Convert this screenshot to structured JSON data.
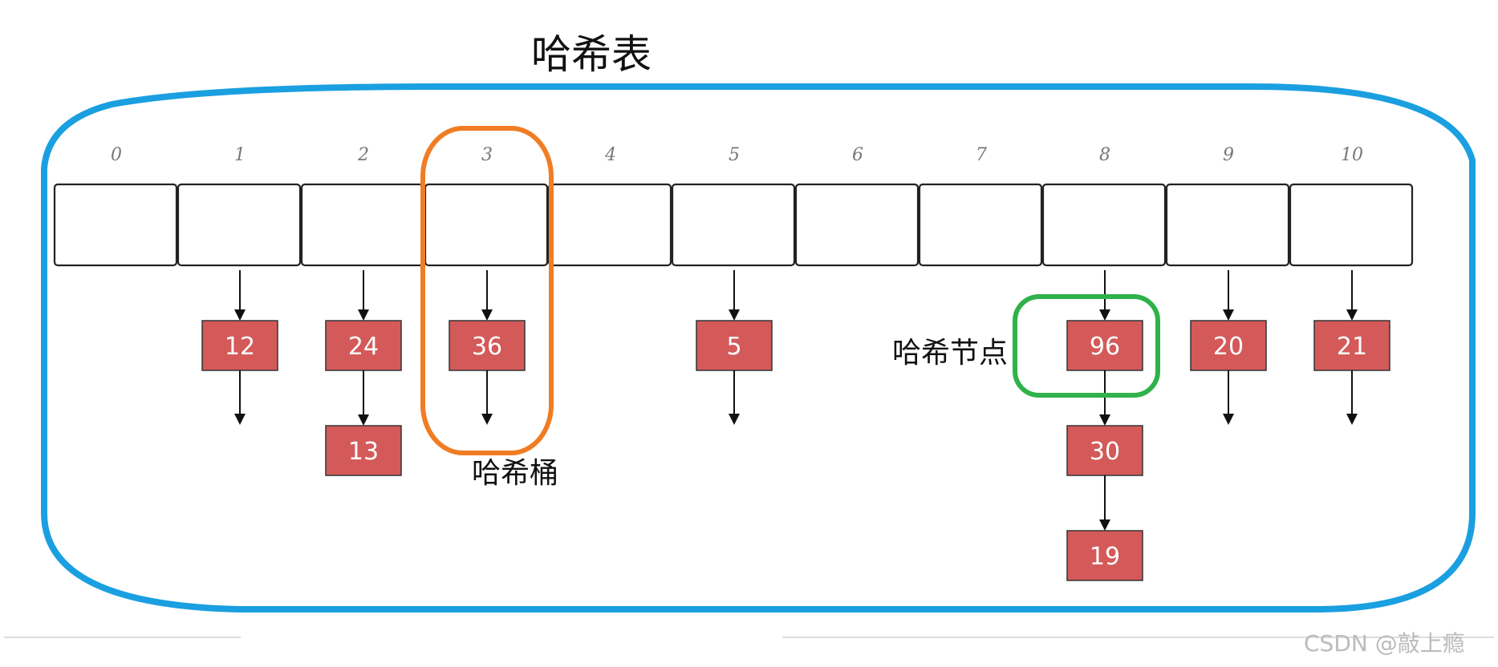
{
  "title": "哈希表",
  "bucket_indices": [
    "0",
    "1",
    "2",
    "3",
    "4",
    "5",
    "6",
    "7",
    "8",
    "9",
    "10"
  ],
  "chains": [
    {
      "bucket": 1,
      "nodes": [
        "12"
      ]
    },
    {
      "bucket": 2,
      "nodes": [
        "24",
        "13"
      ]
    },
    {
      "bucket": 3,
      "nodes": [
        "36"
      ]
    },
    {
      "bucket": 5,
      "nodes": [
        "5"
      ]
    },
    {
      "bucket": 8,
      "nodes": [
        "96",
        "30",
        "19"
      ]
    },
    {
      "bucket": 9,
      "nodes": [
        "20"
      ]
    },
    {
      "bucket": 10,
      "nodes": [
        "21"
      ]
    }
  ],
  "labels": {
    "bucket_label": "哈希桶",
    "node_label": "哈希节点"
  },
  "colors": {
    "outline": "#1a9fe0",
    "bucket_highlight": "#f07c24",
    "node_highlight": "#2fb24a",
    "node_fill": "#d45a5a"
  },
  "watermark": "CSDN @敲上瘾"
}
